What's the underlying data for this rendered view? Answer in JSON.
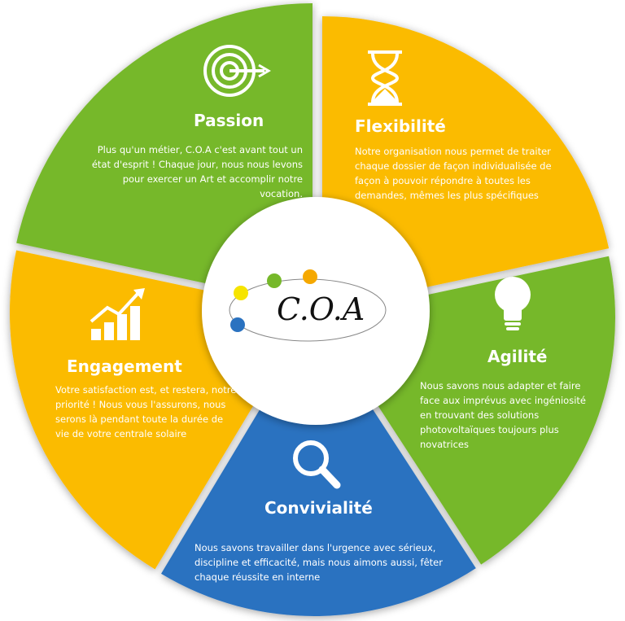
{
  "colors": {
    "green": "#76b82a",
    "yellow": "#fbbb00",
    "blue": "#2a72c0"
  },
  "logo": {
    "text": "C.O.A"
  },
  "segments": [
    {
      "id": "passion",
      "title": "Passion",
      "icon": "target-icon",
      "color": "green",
      "text": "Plus qu'un métier, C.O.A c'est avant tout un état d'esprit ! Chaque jour, nous nous levons pour exercer un Art et accomplir notre vocation."
    },
    {
      "id": "flexibilite",
      "title": "Flexibilité",
      "icon": "hourglass-icon",
      "color": "yellow",
      "text": "Notre organisation nous permet de traiter chaque dossier de façon individualisée de façon à pouvoir répondre à toutes les demandes, mêmes les plus spécifiques"
    },
    {
      "id": "agilite",
      "title": "Agilité",
      "icon": "lightbulb-icon",
      "color": "green",
      "text": "Nous savons nous adapter et faire face aux imprévus avec ingéniosité en trouvant des solutions photovoltaïques toujours plus novatrices"
    },
    {
      "id": "convivialite",
      "title": "Convivialité",
      "icon": "magnifier-icon",
      "color": "blue",
      "text": "Nous savons travailler dans l'urgence avec sérieux, discipline et efficacité, mais nous aimons aussi, fêter chaque réussite en interne"
    },
    {
      "id": "engagement",
      "title": "Engagement",
      "icon": "growth-chart-icon",
      "color": "yellow",
      "text": "Votre satisfaction est, et restera, notre priorité ! Nous vous l'assurons, nous serons là pendant toute la durée de vie de votre centrale solaire"
    }
  ]
}
